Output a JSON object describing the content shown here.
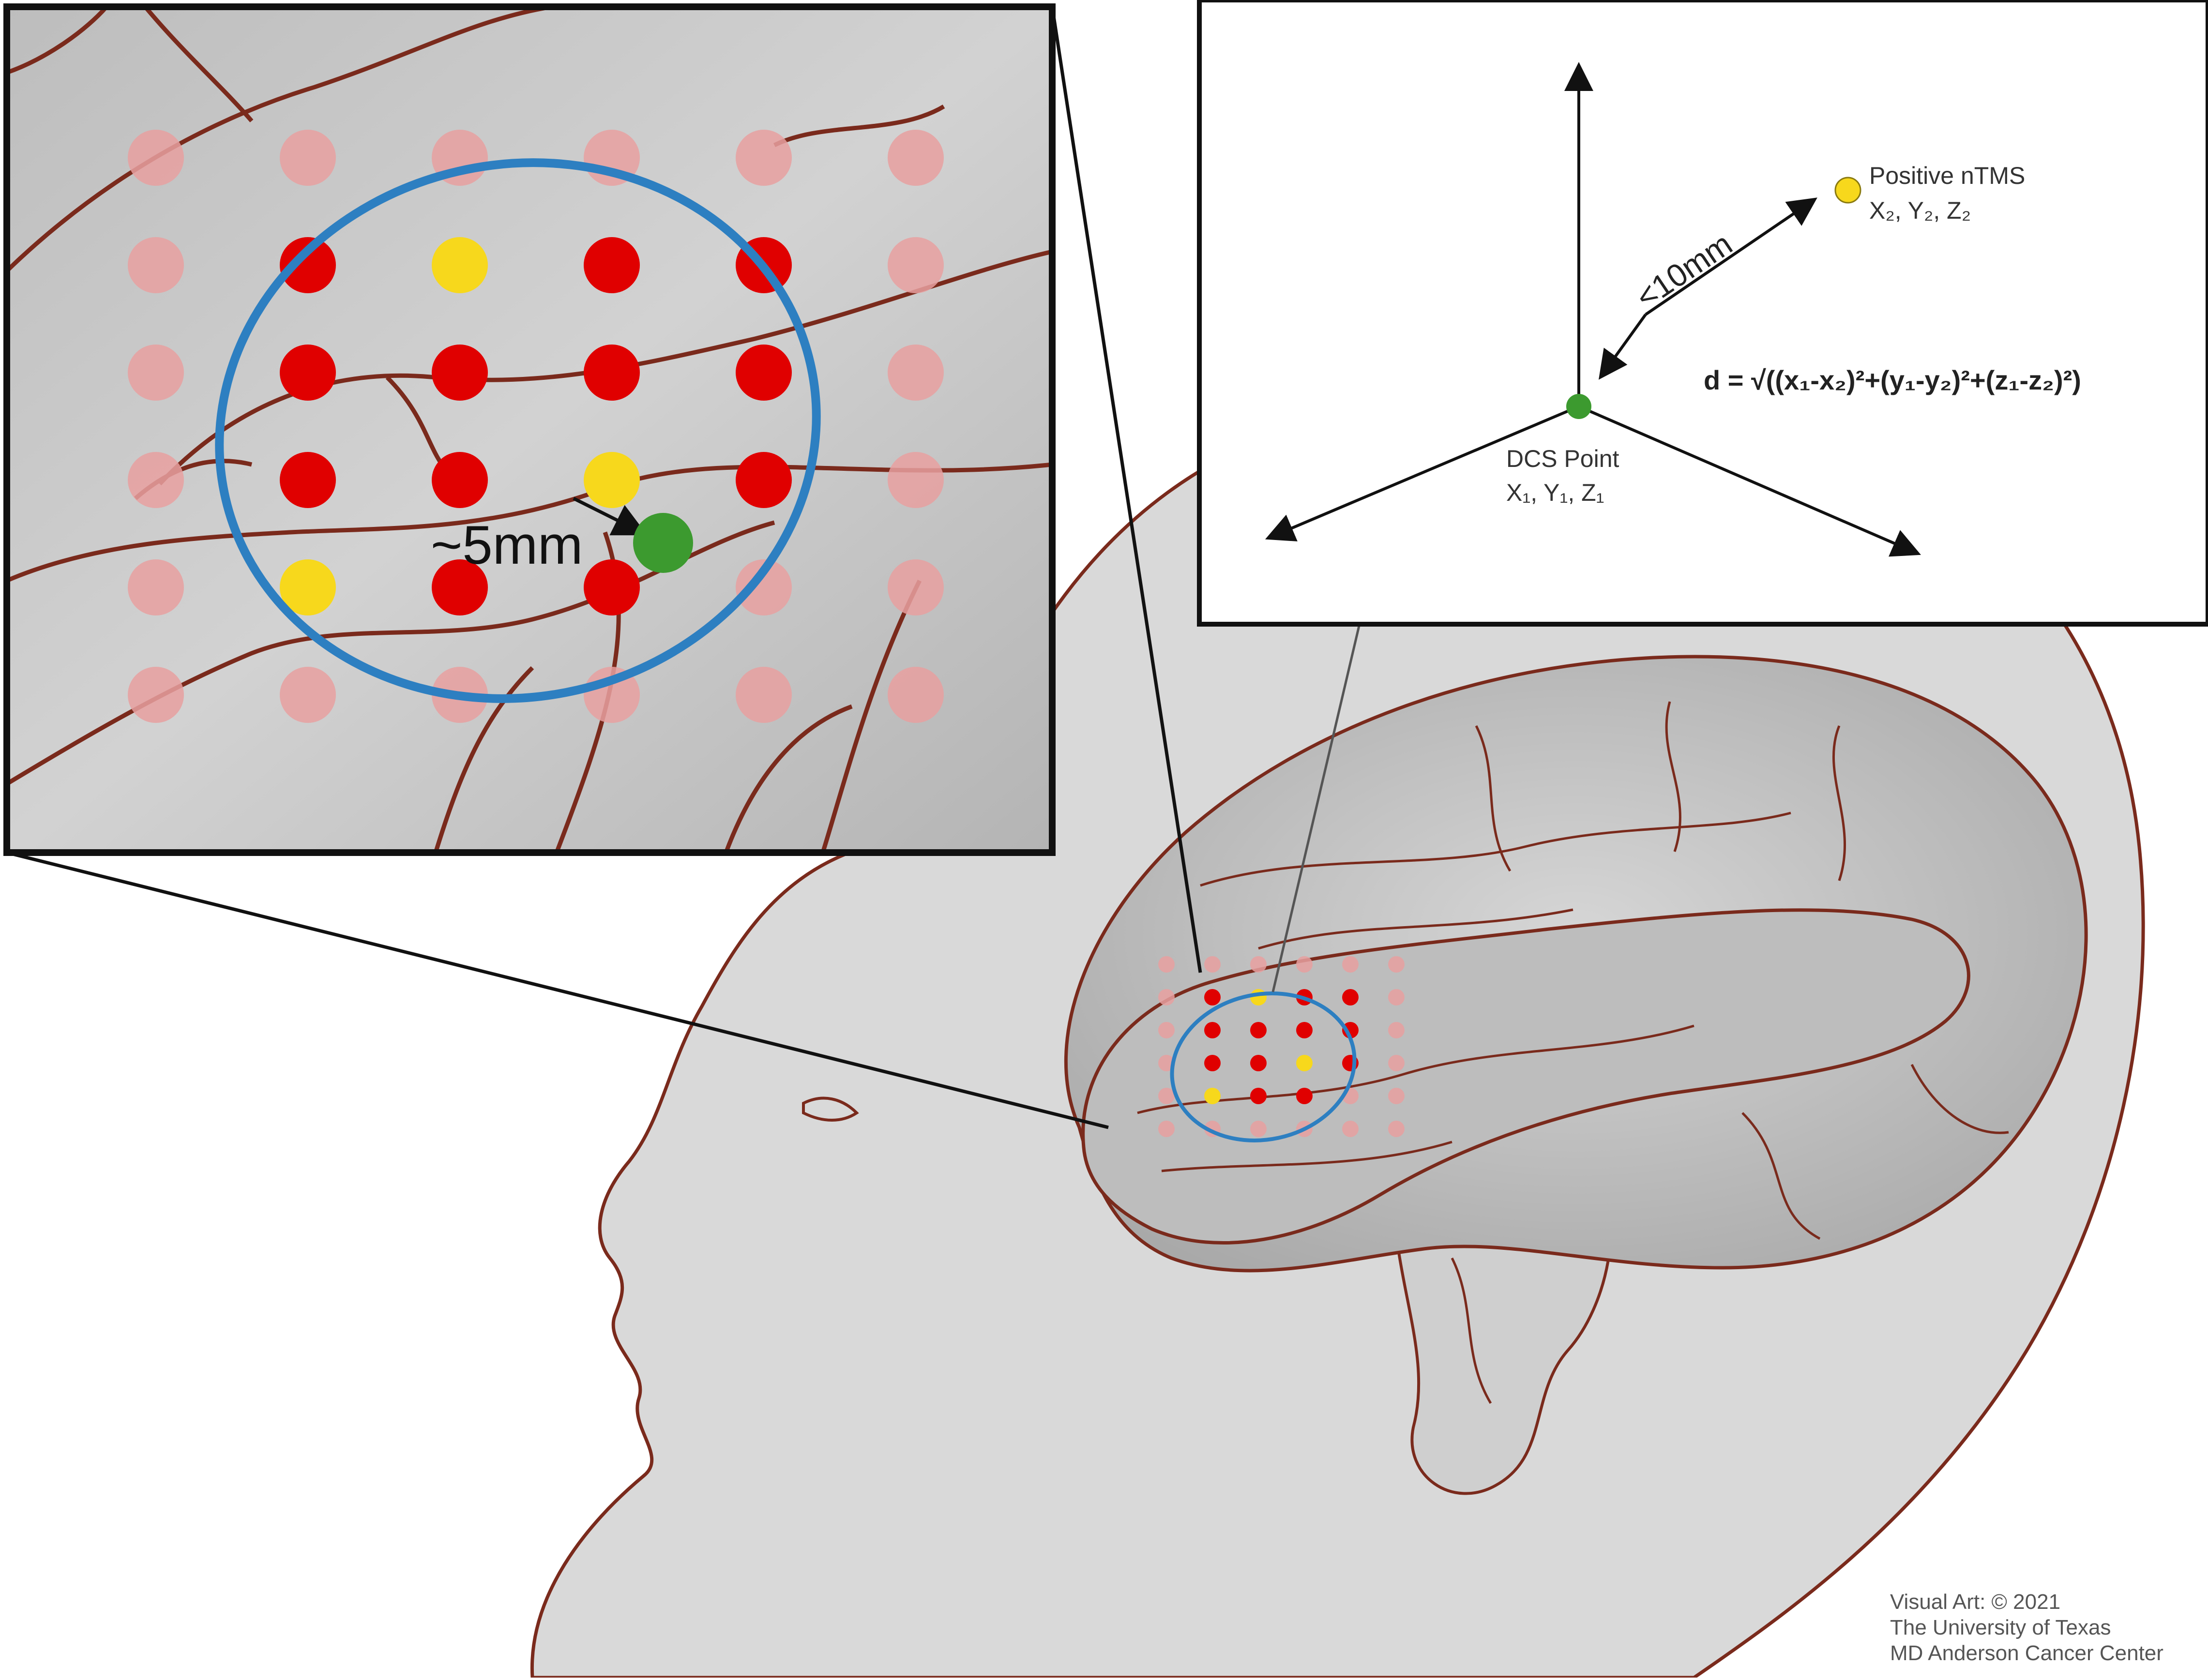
{
  "zoom_inset": {
    "distance_label": "~5mm"
  },
  "axes_inset": {
    "positive_point_label": "Positive nTMS",
    "positive_point_coords": "X₂, Y₂, Z₂",
    "dcs_point_label": "DCS Point",
    "dcs_point_coords": "X₁, Y₁, Z₁",
    "distance_label": "<10mm",
    "formula": "d = √((x₁-x₂)²+(y₁-y₂)²+(z₁-z₂)²)"
  },
  "credit": {
    "line1": "Visual Art: © 2021",
    "line2": "The University of Texas",
    "line3": "MD Anderson Cancer Center"
  },
  "colors": {
    "faded_red": "#e7a0a0",
    "stimulation_red": "#e00000",
    "positive_yellow": "#f7d81c",
    "dcs_green": "#3c9a2f",
    "ellipse_blue": "#2d7fc1",
    "sulcus_brown": "#7a2a1c",
    "brain_gray": "#c4c4c4"
  },
  "grid_legend": {
    "rows": [
      [
        "faded",
        "faded",
        "faded",
        "faded",
        "faded",
        "faded"
      ],
      [
        "faded",
        "red",
        "yellow",
        "red",
        "red",
        "faded"
      ],
      [
        "faded",
        "red",
        "red",
        "red",
        "red",
        "faded"
      ],
      [
        "faded",
        "red",
        "red",
        "yellow",
        "red",
        "faded"
      ],
      [
        "faded",
        "yellow",
        "red",
        "red",
        "faded",
        "faded"
      ],
      [
        "faded",
        "faded",
        "faded",
        "faded",
        "faded",
        "faded"
      ]
    ]
  }
}
